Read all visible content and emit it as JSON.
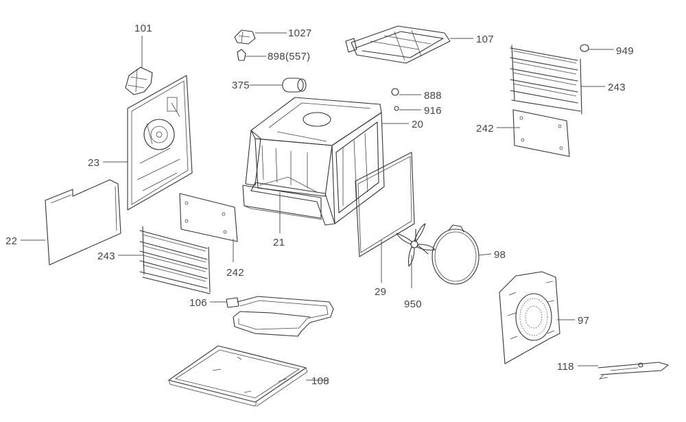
{
  "labels": {
    "p101": "101",
    "p1027": "1027",
    "p898": "898(557)",
    "p107": "107",
    "p949": "949",
    "p243a": "243",
    "p375": "375",
    "p888": "888",
    "p916": "916",
    "p20": "20",
    "p242a": "242",
    "p23": "23",
    "p22": "22",
    "p21": "21",
    "p243b": "243",
    "p242b": "242",
    "p29": "29",
    "p950": "950",
    "p98": "98",
    "p106": "106",
    "p97": "97",
    "p118": "118",
    "p108": "108"
  }
}
